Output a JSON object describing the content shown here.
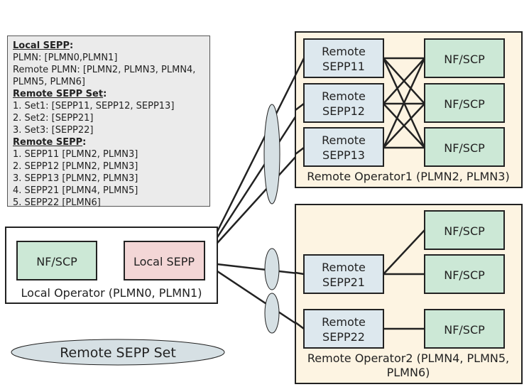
{
  "info_box": {
    "lines": [
      {
        "label": "Local SEPP",
        "heading": true
      },
      {
        "text": "PLMN: [PLMN0,PLMN1]"
      },
      {
        "text": "Remote PLMN: [PLMN2, PLMN3, PLMN4,"
      },
      {
        "text": "PLMN5, PLMN6]"
      },
      {
        "label": "Remote SEPP Set",
        "heading": true
      },
      {
        "text": "1. Set1: [SEPP11, SEPP12, SEPP13]"
      },
      {
        "text": "2. Set2: [SEPP21]"
      },
      {
        "text": "3. Set3: [SEPP22]"
      },
      {
        "label": "Remote SEPP",
        "heading": true
      },
      {
        "text": "1. SEPP11 [PLMN2, PLMN3]"
      },
      {
        "text": "2. SEPP12 [PLMN2, PLMN3]"
      },
      {
        "text": "3. SEPP13 [PLMN2, PLMN3]"
      },
      {
        "text": "4. SEPP21 [PLMN4, PLMN5]"
      },
      {
        "text": "5. SEPP22 [PLMN6]"
      }
    ],
    "colon": ":"
  },
  "local_operator": {
    "label": "Local Operator (PLMN0, PLMN1)",
    "nf_scp": "NF/SCP",
    "local_sepp": "Local SEPP"
  },
  "remote_operator_1": {
    "label": "Remote Operator1 (PLMN2, PLMN3)",
    "sepps": [
      {
        "line1": "Remote",
        "line2": "SEPP11"
      },
      {
        "line1": "Remote",
        "line2": "SEPP12"
      },
      {
        "line1": "Remote",
        "line2": "SEPP13"
      }
    ],
    "nf_scps": [
      "NF/SCP",
      "NF/SCP",
      "NF/SCP"
    ]
  },
  "remote_operator_2": {
    "label_line1": "Remote Operator2 (PLMN4, PLMN5,",
    "label_line2": "PLMN6)",
    "sepps": [
      {
        "line1": "Remote",
        "line2": "SEPP21"
      },
      {
        "line1": "Remote",
        "line2": "SEPP22"
      }
    ],
    "nf_scps": [
      "NF/SCP",
      "NF/SCP",
      "NF/SCP"
    ]
  },
  "legend": {
    "label": "Remote SEPP Set"
  },
  "colors": {
    "operator_fill": "#fdf4e2",
    "nf_fill": "#cce8d6",
    "sepp_fill": "#dde8ee",
    "local_sepp_fill": "#f3d6d6",
    "set_ellipse_fill": "#d6e0e4",
    "info_box_fill": "#ebebeb",
    "line": "#222222"
  }
}
